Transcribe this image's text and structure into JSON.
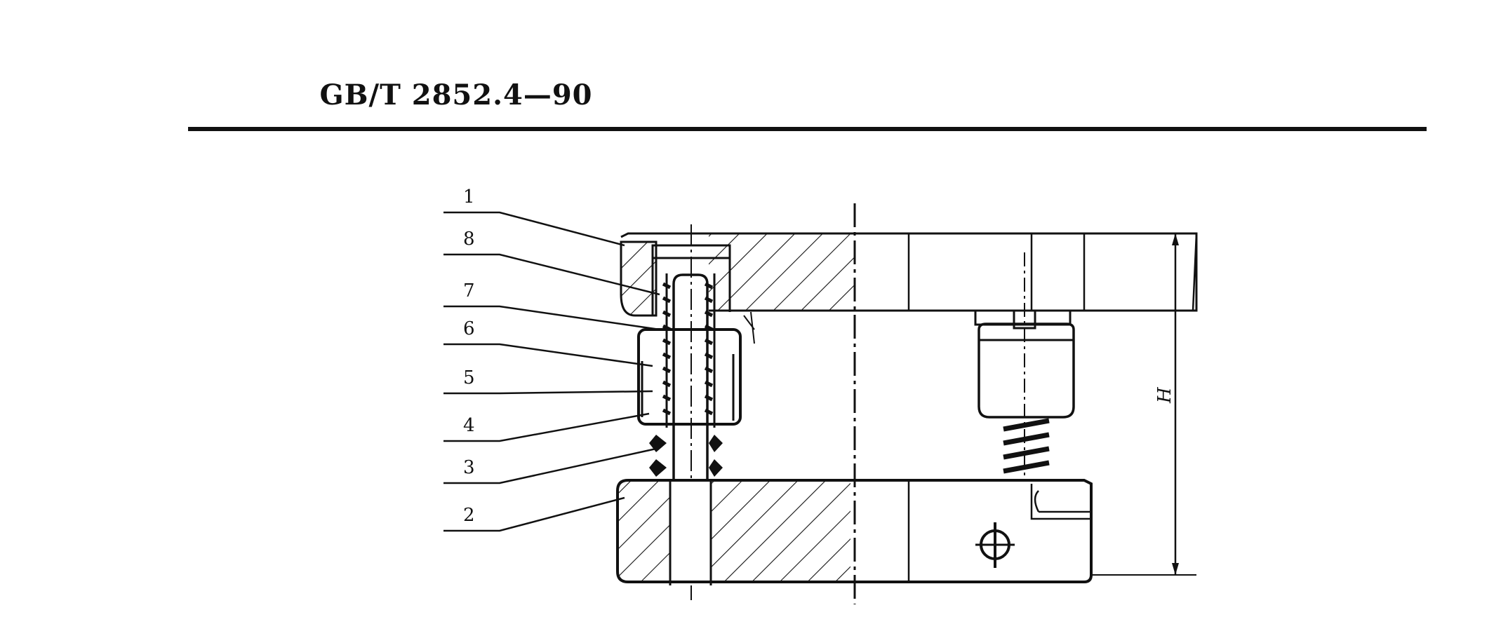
{
  "header": {
    "title": "GB/T 2852.4—90"
  },
  "diagram": {
    "callouts": [
      "1",
      "8",
      "7",
      "6",
      "5",
      "4",
      "3",
      "2"
    ],
    "dimension_label": "H"
  }
}
